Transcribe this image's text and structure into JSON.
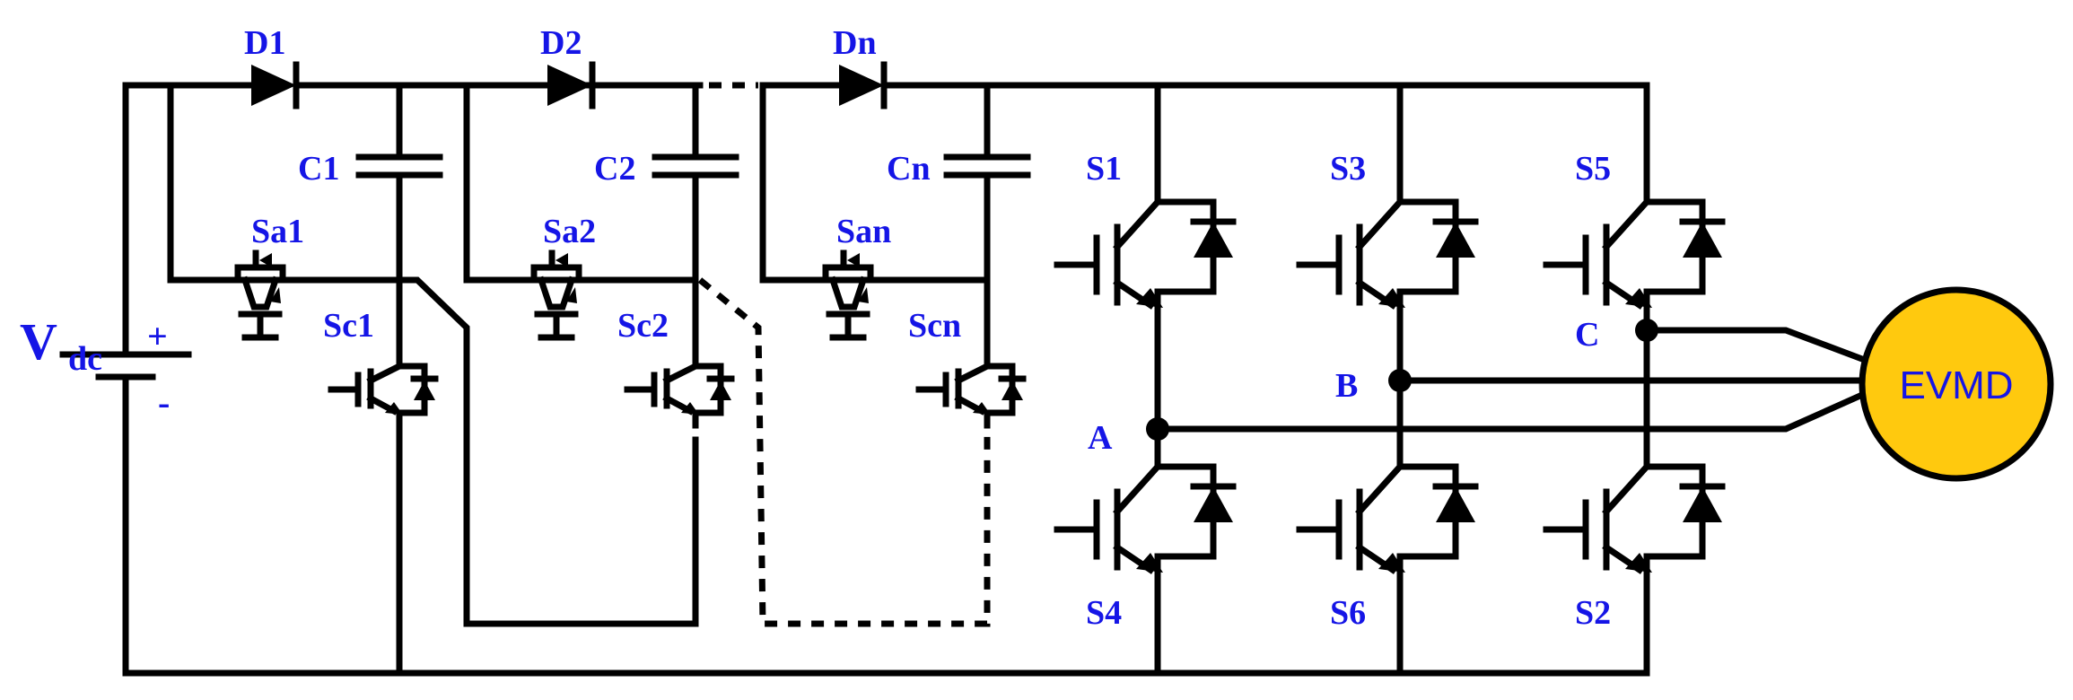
{
  "labels": {
    "vdc_main": "V",
    "vdc_sub": "dc",
    "plus": "+",
    "minus": "-",
    "D1": "D1",
    "D2": "D2",
    "Dn": "Dn",
    "C1": "C1",
    "C2": "C2",
    "Cn": "Cn",
    "Sa1": "Sa1",
    "Sa2": "Sa2",
    "San": "San",
    "Sc1": "Sc1",
    "Sc2": "Sc2",
    "Scn": "Scn",
    "S1": "S1",
    "S3": "S3",
    "S5": "S5",
    "S4": "S4",
    "S6": "S6",
    "S2": "S2",
    "A": "A",
    "B": "B",
    "C": "C",
    "motor": "EVMD"
  },
  "colors": {
    "label": "#1515e6",
    "wire": "#000000",
    "motor_fill": "#ffc90e"
  },
  "icons": {
    "igbt": "igbt-icon",
    "diode": "diode-icon",
    "capacitor": "capacitor-icon",
    "battery": "battery-icon",
    "motor": "motor-icon"
  }
}
